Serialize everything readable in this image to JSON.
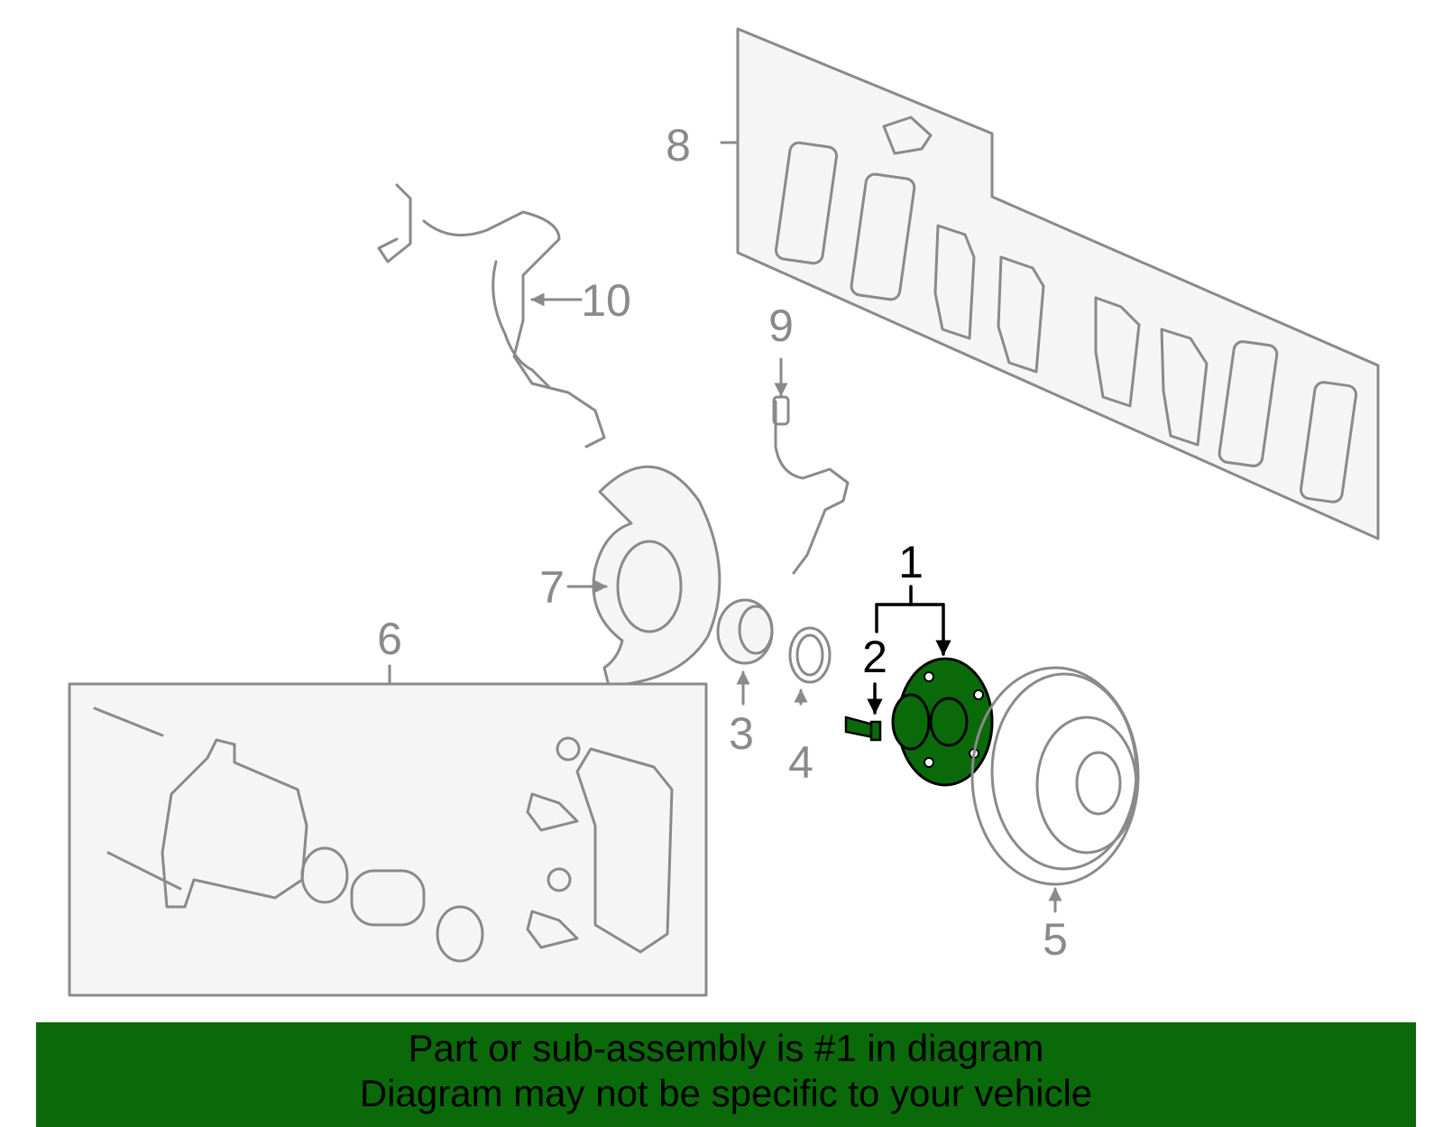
{
  "diagram": {
    "labels": {
      "p1": "1",
      "p2": "2",
      "p3": "3",
      "p4": "4",
      "p5": "5",
      "p6": "6",
      "p7": "7",
      "p8": "8",
      "p9": "9",
      "p10": "10"
    },
    "highlight_color": "#0a6a0a",
    "part_color": "#8a8a8a"
  },
  "banner": {
    "line1": "Part or sub-assembly is #1 in diagram",
    "line2": "Diagram may not be specific to your vehicle",
    "background": "#0a6a0a"
  }
}
